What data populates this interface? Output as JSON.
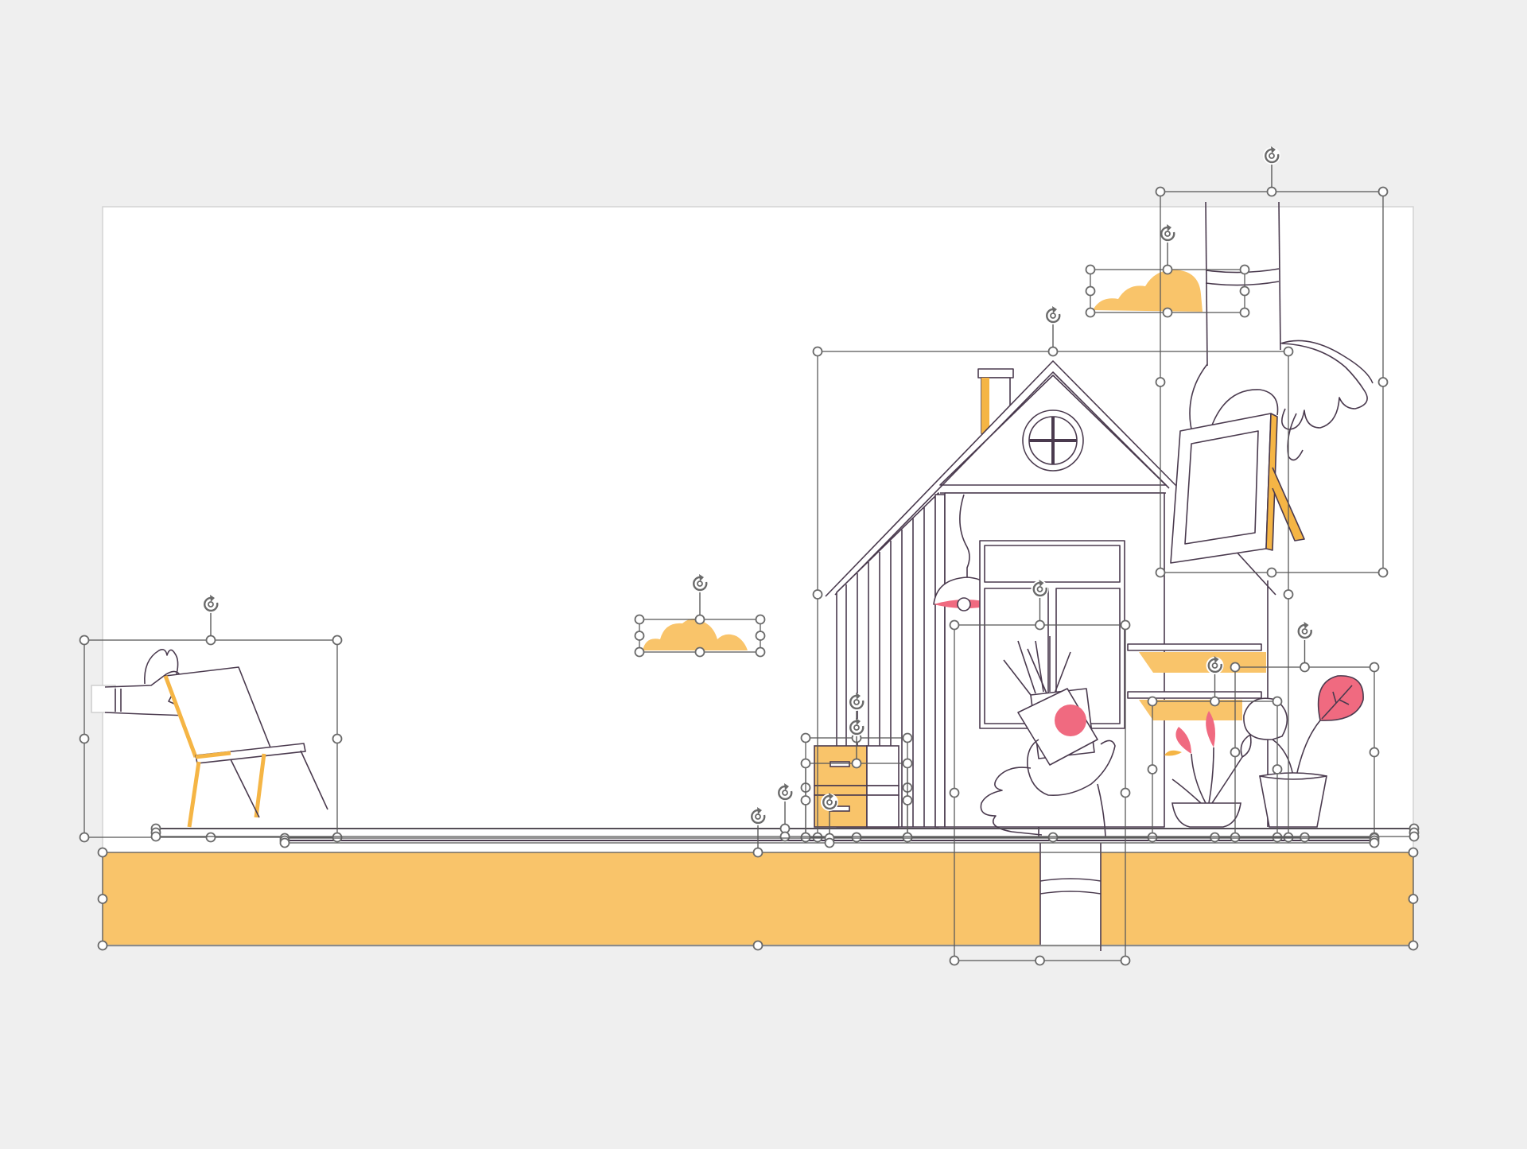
{
  "canvas": {
    "background": "#efefef",
    "slide_fill": "#ffffff",
    "slide_border": "#d4d4d4"
  },
  "colors": {
    "accent_yellow": "#f9c46a",
    "accent_pink": "#f06a80",
    "line_dark": "#4a3a4e",
    "handle_stroke": "#6a6a6a",
    "selection_line": "#5a5a5a"
  },
  "selected_objects": [
    "hand-holding-chair",
    "small-cloud",
    "cloud-top",
    "house",
    "hand-with-frame",
    "boxes-stack",
    "hand-holding-photo",
    "shelf-plants",
    "potted-plant",
    "ground-line",
    "ground-bar"
  ],
  "icons": {
    "rotate_handle": "rotate-handle-icon",
    "resize_handle": "resize-handle-icon"
  }
}
